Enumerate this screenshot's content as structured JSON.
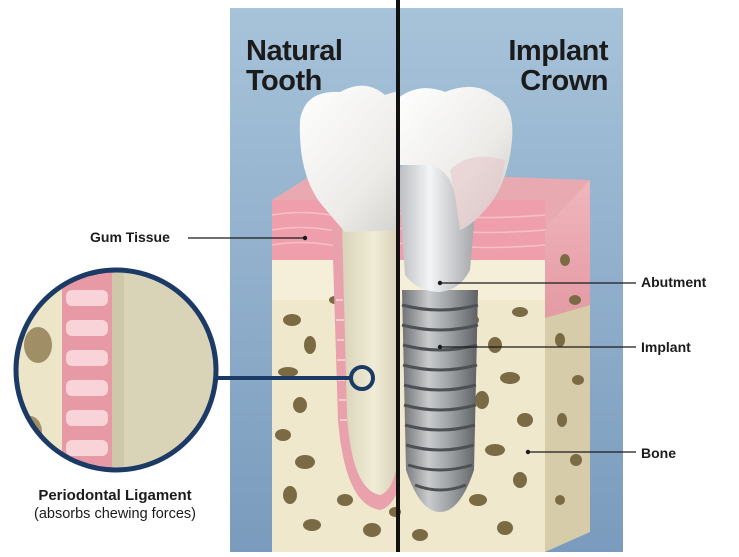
{
  "titles": {
    "natural": [
      "Natural",
      "Tooth"
    ],
    "implant": [
      "Implant",
      "Crown"
    ]
  },
  "labels": {
    "gum_tissue": "Gum Tissue",
    "abutment": "Abutment",
    "implant": "Implant",
    "bone": "Bone"
  },
  "inset": {
    "title": "Periodontal Ligament",
    "subtitle": "(absorbs chewing forces)"
  },
  "colors": {
    "background_top": "#9fbdd6",
    "background_bottom": "#7e9fbf",
    "gum": "#e9a6ae",
    "bone": "#eee5c8",
    "bone_pores": "#7a6a45",
    "enamel": "#f4f4f2",
    "implant_metal": "#9a9c9f",
    "callout_ring": "#1c3a66",
    "divider": "#111111"
  }
}
